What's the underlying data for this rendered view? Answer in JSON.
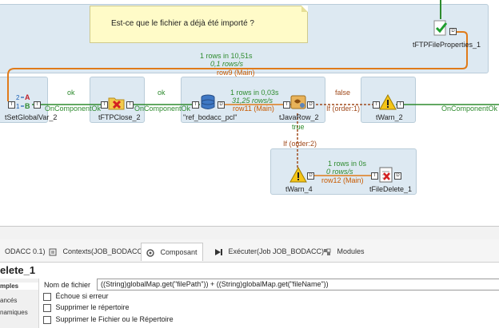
{
  "canvas": {
    "note_text": "Est-ce que le fichier a déjà été importé ?",
    "components": {
      "ftp_properties": "tFTPFileProperties_1",
      "set_global_var": "tSetGlobalVar_2",
      "ftp_close": "tFTPClose_2",
      "ref_bodacc": "\"ref_bodacc_pcl\"",
      "java_row": "tJavaRow_2",
      "warn_2": "tWarn_2",
      "warn_4": "tWarn_4",
      "file_delete": "tFileDelete_1"
    },
    "links": {
      "row9_stats1": "1 rows in 10,51s",
      "row9_stats2": "0,1 rows/s",
      "row9": "row9 (Main)",
      "ok1": "ok",
      "ok2": "ok",
      "oncomponentok1": "OnComponentOk",
      "oncomponentok2": "OnComponentOk",
      "oncomponentok3": "OnComponentOk",
      "row11_stats1": "1 rows in 0,03s",
      "row11_stats2": "31,25 rows/s",
      "row11": "row11 (Main)",
      "if_order1": "If (order:1)",
      "false_label": "false",
      "true_label": "true",
      "if_order2": "If (order:2)",
      "row12_stats1": "1 rows in 0s",
      "row12_stats2": "0 rows/s",
      "row12": "row12 (Main)"
    }
  },
  "status_left": "ODACC 0.1)",
  "tabs": [
    {
      "label": "Contexts(JOB_BODACC)",
      "icon": "contexts-icon"
    },
    {
      "label": "Composant",
      "icon": "component-icon"
    },
    {
      "label": "Exécuter(Job JOB_BODACC)",
      "icon": "run-icon"
    },
    {
      "label": "Modules",
      "icon": "modules-icon"
    }
  ],
  "panel_title": "elete_1",
  "left_nav": [
    "mples",
    "ancés",
    "namiques"
  ],
  "form": {
    "file_name_label": "Nom de fichier",
    "file_name_value": "((String)globalMap.get(\"filePath\")) + ((String)globalMap.get(\"fileName\"))",
    "checkbox1": "Échoue si erreur",
    "checkbox2": "Supprimer le répertoire",
    "checkbox3": "Supprimer le Fichier ou le Répertoire"
  },
  "colors": {
    "main_link": "#e07b1a",
    "ok_link": "#2e8b2e",
    "subjob_bg": "#dde9f2",
    "note_bg": "#fffbc8"
  }
}
